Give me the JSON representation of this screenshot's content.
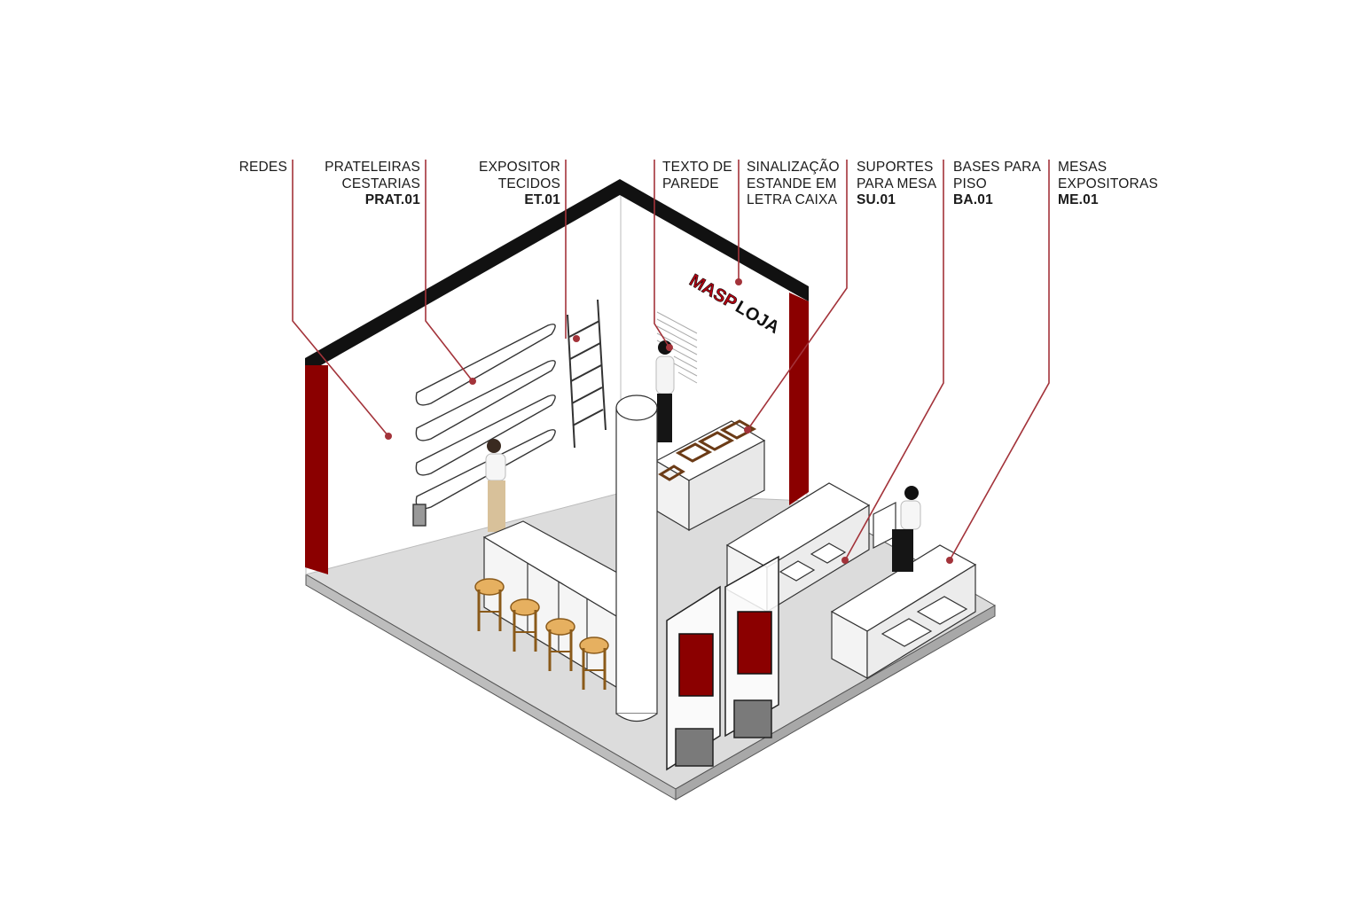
{
  "labels": {
    "redes": {
      "lines": [
        "REDES"
      ],
      "code": ""
    },
    "prateleiras": {
      "lines": [
        "PRATELEIRAS",
        "CESTARIAS"
      ],
      "code": "PRAT.01"
    },
    "expositor": {
      "lines": [
        "EXPOSITOR",
        "TECIDOS"
      ],
      "code": "ET.01"
    },
    "texto": {
      "lines": [
        "TEXTO DE",
        "PAREDE"
      ],
      "code": ""
    },
    "sinalizacao": {
      "lines": [
        "SINALIZAÇÃO",
        "ESTANDE EM",
        "LETRA CAIXA"
      ],
      "code": ""
    },
    "suportes": {
      "lines": [
        "SUPORTES",
        "PARA MESA"
      ],
      "code": "SU.01"
    },
    "bases": {
      "lines": [
        "BASES PARA",
        "PISO"
      ],
      "code": "BA.01"
    },
    "mesas": {
      "lines": [
        "MESAS",
        "EXPOSITORAS"
      ],
      "code": "ME.01"
    }
  },
  "sign": {
    "text_a": "MASP",
    "text_b": "LOJA"
  },
  "colors": {
    "accent": "#8b0000",
    "leader": "#a3333a",
    "frame": "#111111",
    "floor": "#dcdcdc"
  }
}
